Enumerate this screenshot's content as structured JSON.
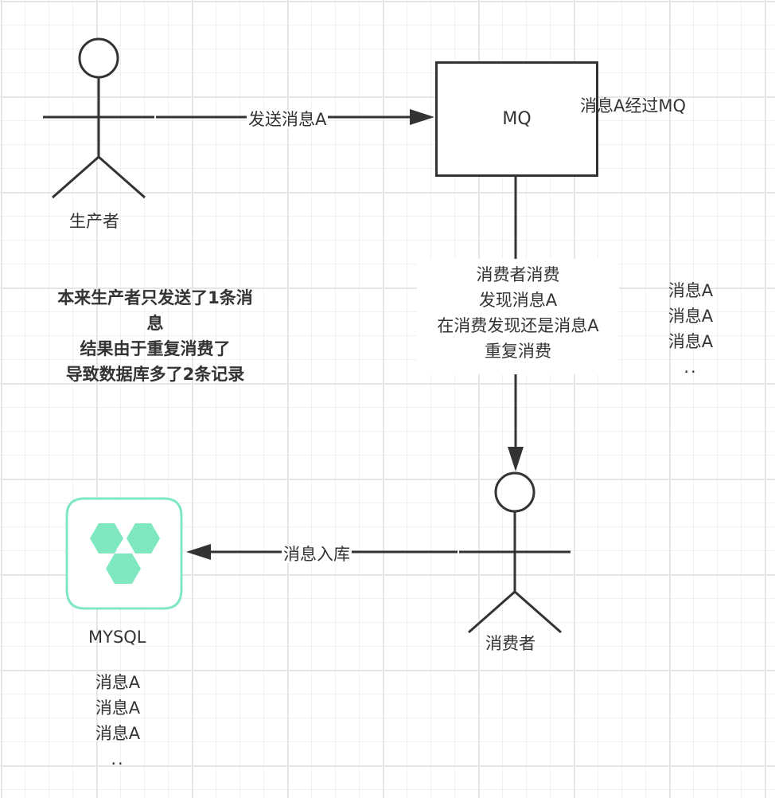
{
  "diagram": {
    "title": "MQ重复消费示意图",
    "colors": {
      "stroke": "#333333",
      "mysql_accent": "#80e8c0",
      "grid_minor": "#f0f0f0",
      "grid_major": "#e6e6e6",
      "background": "#ffffff"
    },
    "nodes": {
      "producer": {
        "label": "生产者",
        "shape": "actor"
      },
      "mq": {
        "label": "MQ",
        "shape": "rectangle",
        "side_note": "消息A经过MQ"
      },
      "consumer": {
        "label": "消费者",
        "shape": "actor"
      },
      "mysql": {
        "label": "MYSQL",
        "shape": "database-icon"
      }
    },
    "edges": [
      {
        "from": "producer",
        "to": "mq",
        "label": "发送消息A"
      },
      {
        "from": "mq",
        "to": "consumer",
        "label_lines": [
          "消费者消费",
          "发现消息A",
          "在消费发现还是消息A",
          "重复消费"
        ]
      },
      {
        "from": "consumer",
        "to": "mysql",
        "label": "消息入库"
      }
    ],
    "notes": {
      "summary_lines": [
        "本来生产者只发送了1条消",
        "息",
        "结果由于重复消费了",
        "导致数据库多了2条记录"
      ],
      "mq_queue_items": [
        "消息A",
        "消息A",
        "消息A",
        ".."
      ],
      "mysql_records": [
        "消息A",
        "消息A",
        "消息A",
        ".."
      ]
    }
  }
}
